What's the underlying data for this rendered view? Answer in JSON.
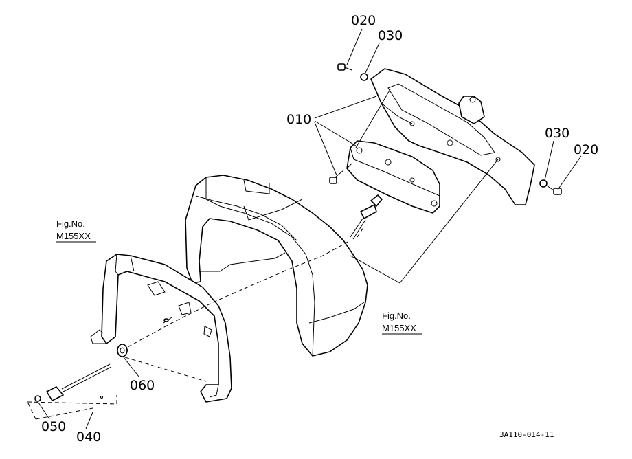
{
  "callouts": {
    "p020_top": "020",
    "p030_top": "030",
    "p010": "010",
    "p030_right": "030",
    "p020_right": "020",
    "p060": "060",
    "p050": "050",
    "p040": "040"
  },
  "figure_refs": {
    "left": {
      "line1": "Fig.No.",
      "line2": "M155XX"
    },
    "right": {
      "line1": "Fig.No.",
      "line2": "M155XX"
    }
  },
  "drawing_code": "3A110-014-11"
}
